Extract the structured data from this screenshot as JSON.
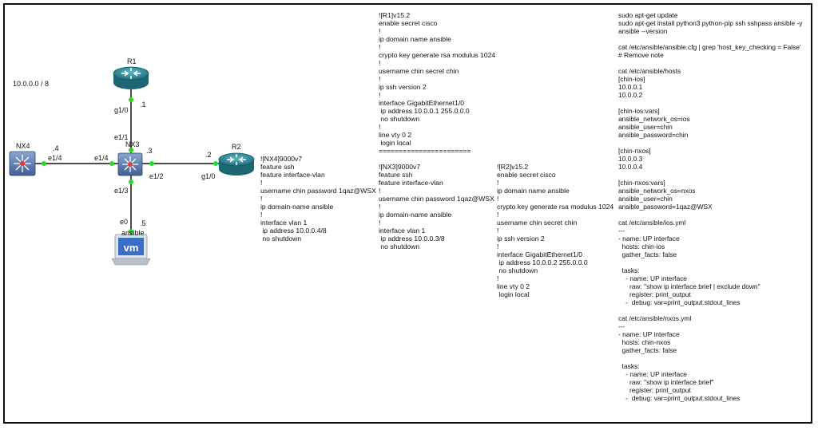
{
  "topology": {
    "network": "10.0.0.0 / 8",
    "devices": [
      {
        "id": "r1",
        "name": "R1",
        "type": "router"
      },
      {
        "id": "r2",
        "name": "R2",
        "type": "router"
      },
      {
        "id": "nx3",
        "name": "NX3",
        "type": "switch"
      },
      {
        "id": "nx4",
        "name": "NX4",
        "type": "switch"
      },
      {
        "id": "ansible",
        "name": "ansible",
        "type": "vm-host",
        "icon_text": "vm"
      }
    ],
    "links": [
      {
        "a": "r1",
        "a_if": "g1/0",
        "a_ip": ".1",
        "b": "nx3",
        "b_if": "e1/1"
      },
      {
        "a": "nx3",
        "a_if": "e1/2",
        "a_ip": ".3",
        "b": "r2",
        "b_if": "g1/0",
        "b_ip": ".2"
      },
      {
        "a": "nx4",
        "a_if": "e1/4",
        "a_ip": ".4",
        "b": "nx3",
        "b_if": "e1/4"
      },
      {
        "a": "nx3",
        "a_if": "e1/3",
        "b": "ansible",
        "b_if": "e0",
        "b_ip": ".5"
      }
    ],
    "labels": {
      "r1_g10": "g1/0",
      "r1_ip": ".1",
      "nx3_e11": "e1/1",
      "nx3_ip": ".3",
      "nx3_e12": "e1/2",
      "r2_ip": ".2",
      "r2_g10": "g1/0",
      "nx4_ip": ".4",
      "nx4_e14": "e1/4",
      "nx3_e14": "e1/4",
      "nx3_e13": "e1/3",
      "ans_e0": "e0",
      "ans_ip": ".5"
    },
    "colors": {
      "link": "#111111",
      "port_dot": "#22dd22",
      "router": "#2a8a99",
      "switch": "#4a6fa5",
      "vm": "#3366cc"
    }
  },
  "configs": {
    "r1": "![R1]v15.2\nenable secret cisco\n!\nip domain name ansible\n!\ncrypto key generate rsa modulus 1024\n!\nusername chin secret chin\n!\nip ssh version 2\n!\ninterface GigabitEthernet1/0\n ip address 10.0.0.1 255.0.0.0\n no shutdown\n!\nline vty 0 2\n login local\n=======================",
    "nx4": "![NX4]9000v7\nfeature ssh\nfeature interface-vlan\n!\nusername chin password 1qaz@WSX\n!\nip domain-name ansible\n!\ninterface vlan 1\n ip address 10.0.0.4/8\n no shutdown",
    "nx3": "![NX3]9000v7\nfeature ssh\nfeature interface-vlan\n!\nusername chin password 1qaz@WSX\n!\nip domain-name ansible\n!\ninterface vlan 1\n ip address 10.0.0.3/8\n no shutdown",
    "r2": "![R2]v15.2\nenable secret cisco\n!\nip domain name ansible\n!\ncrypto key generate rsa modulus 1024\n!\nusername chin secret chin\n!\nip ssh version 2\n!\ninterface GigabitEthernet1/0\n ip address 10.0.0.2 255.0.0.0\n no shutdown\n!\nline vty 0 2\n login local",
    "ansible": "sudo apt-get update\nsudo apt-get install python3 python-pip ssh sshpass ansible -y\nansible --version\n\ncat /etc/ansible/ansible.cfg | grep 'host_key_checking = False'\n# Remove note\n\ncat /etc/ansible/hosts\n[chin-ios]\n10.0.0.1\n10.0.0.2\n\n[chin-ios:vars]\nansible_network_os=ios\nansible_user=chin\nansible_password=chin\n\n[chin-nxos]\n10.0.0.3\n10.0.0.4\n\n[chin-nxos:vars]\nansible_network_os=nxos\nansible_user=chin\nansible_password=1qaz@WSX\n\ncat /etc/ansible/ios.yml\n---\n- name: UP interface\n  hosts: chin-ios\n  gather_facts: false\n\n  tasks:\n    - name: UP interface\n      raw: \"show ip interface brief | exclude down\"\n      register: print_output\n    -  debug: var=print_output.stdout_lines\n\ncat /etc/ansible/nxos.yml\n---\n- name: UP interface\n  hosts: chin-nxos\n  gather_facts: false\n\n  tasks:\n    - name: UP interface\n      raw: \"show ip interface brief\"\n      register: print_output\n    -  debug: var=print_output.stdout_lines"
  }
}
